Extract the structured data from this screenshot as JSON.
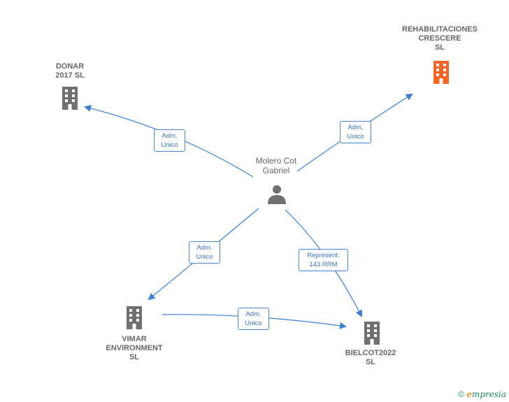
{
  "person": {
    "name": "Molero Cot\nGabriel"
  },
  "companies": {
    "donar": {
      "name": "DONAR\n2017  SL",
      "color": "#707070",
      "icon": "building-icon"
    },
    "rehab": {
      "name": "REHABILITACIONES\nCRESCERE\nSL",
      "color": "#f26522",
      "icon": "building-icon"
    },
    "vimar": {
      "name": "VIMAR\nENVIRONMENT\nSL",
      "color": "#707070",
      "icon": "building-icon"
    },
    "bielcot": {
      "name": "BIELCOT2022\nSL",
      "color": "#707070",
      "icon": "building-icon"
    }
  },
  "edges": {
    "to_donar": "Adm.\nUnico",
    "to_rehab": "Adm.\nUnico",
    "to_vimar": "Adm.\nUnico",
    "to_bielcot": "Represent.\n143 RRM",
    "vimar_to_bielcot": "Adm.\nUnico"
  },
  "colors": {
    "edge": "#3c7fcf",
    "accent": "#f26522"
  },
  "footer": {
    "copyright": "©",
    "brand_e": "e",
    "brand_rest": "mpresia"
  }
}
